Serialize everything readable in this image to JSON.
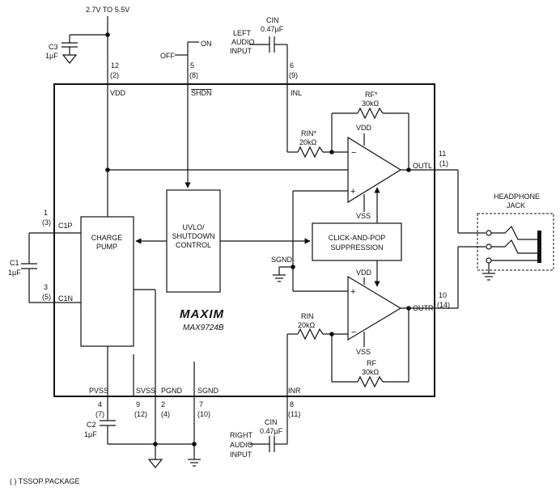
{
  "supply": "2.7V TO 5.5V",
  "c3": {
    "name": "C3",
    "value": "1µF"
  },
  "vdd_pin": {
    "num": "12",
    "alt": "(2)",
    "label": "VDD"
  },
  "shdn": {
    "off": "OFF",
    "on": "ON",
    "num": "5",
    "alt": "(8)",
    "label": "SHDN"
  },
  "inl": {
    "num": "6",
    "alt": "(9)",
    "label": "INL",
    "source": [
      "LEFT",
      "AUDIO",
      "INPUT"
    ],
    "cap_name": "CIN",
    "cap_value": "0.47µF"
  },
  "inr": {
    "num": "8",
    "alt": "(11)",
    "label": "INR",
    "source": [
      "RIGHT",
      "AUDIO",
      "INPUT"
    ],
    "cap_name": "CIN",
    "cap_value": "0.47µF"
  },
  "rf_top": {
    "name": "RF*",
    "value": "30kΩ"
  },
  "rin_top": {
    "name": "RIN*",
    "value": "20kΩ"
  },
  "rin_bot": {
    "name": "RIN",
    "value": "20kΩ"
  },
  "rf_bot": {
    "name": "RF",
    "value": "30kΩ"
  },
  "amp": {
    "vdd": "VDD",
    "vss": "VSS",
    "minus": "−",
    "plus": "+"
  },
  "outl": {
    "num": "11",
    "alt": "(1)",
    "label": "OUTL"
  },
  "outr": {
    "num": "10",
    "alt": "(14)",
    "label": "OUTR"
  },
  "c1": {
    "name": "C1",
    "value": "1µF",
    "p_num": "1",
    "p_alt": "(3)",
    "p_label": "C1P",
    "n_num": "3",
    "n_alt": "(5)",
    "n_label": "C1N"
  },
  "charge_pump": [
    "CHARGE",
    "PUMP"
  ],
  "uvlo": [
    "UVLO/",
    "SHUTDOWN",
    "CONTROL"
  ],
  "click_pop": [
    "CLICK-AND-POP",
    "SUPPRESSION"
  ],
  "sgnd_internal": "SGND",
  "headphone": [
    "HEADPHONE",
    "JACK"
  ],
  "logo": "MAXIM",
  "part_number": "MAX9724B",
  "pvss": {
    "num": "4",
    "alt": "(7)",
    "label": "PVSS"
  },
  "svss": {
    "num": "9",
    "alt": "(12)",
    "label": "SVSS"
  },
  "pgnd": {
    "num": "2",
    "alt": "(4)",
    "label": "PGND"
  },
  "sgnd": {
    "num": "7",
    "alt": "(10)",
    "label": "SGND"
  },
  "c2": {
    "name": "C2",
    "value": "1µF"
  },
  "footnote": "( ) TSSOP PACKAGE"
}
